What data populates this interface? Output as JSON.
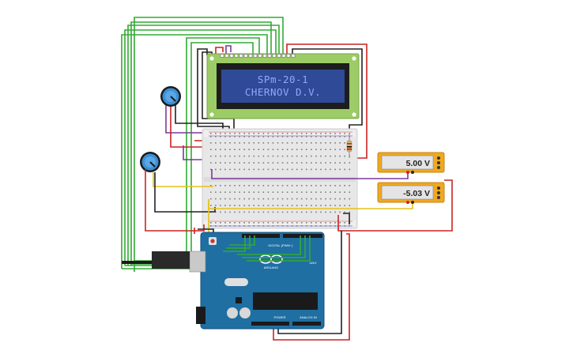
{
  "lcd": {
    "line1": "SPm-20-1",
    "line2": "CHERNOV D.V."
  },
  "meters": [
    {
      "reading": "5.00 V"
    },
    {
      "reading": "-5.03 V"
    }
  ],
  "arduino": {
    "logo": "ARDUINO",
    "digital_label": "DIGITAL (PWM~)",
    "power_label": "POWER",
    "analog_label": "ANALOG IN",
    "brand_label": "UNO"
  },
  "colors": {
    "wire_green": "#33aa33",
    "wire_red": "#cc2222",
    "wire_black": "#222222",
    "wire_purple": "#7a3a9a",
    "wire_yellow": "#e6c21a",
    "arduino_blue": "#1f6fa3",
    "lcd_green": "#9ccc65",
    "lcd_screen": "#2f4a96",
    "meter_orange": "#f0a820"
  }
}
